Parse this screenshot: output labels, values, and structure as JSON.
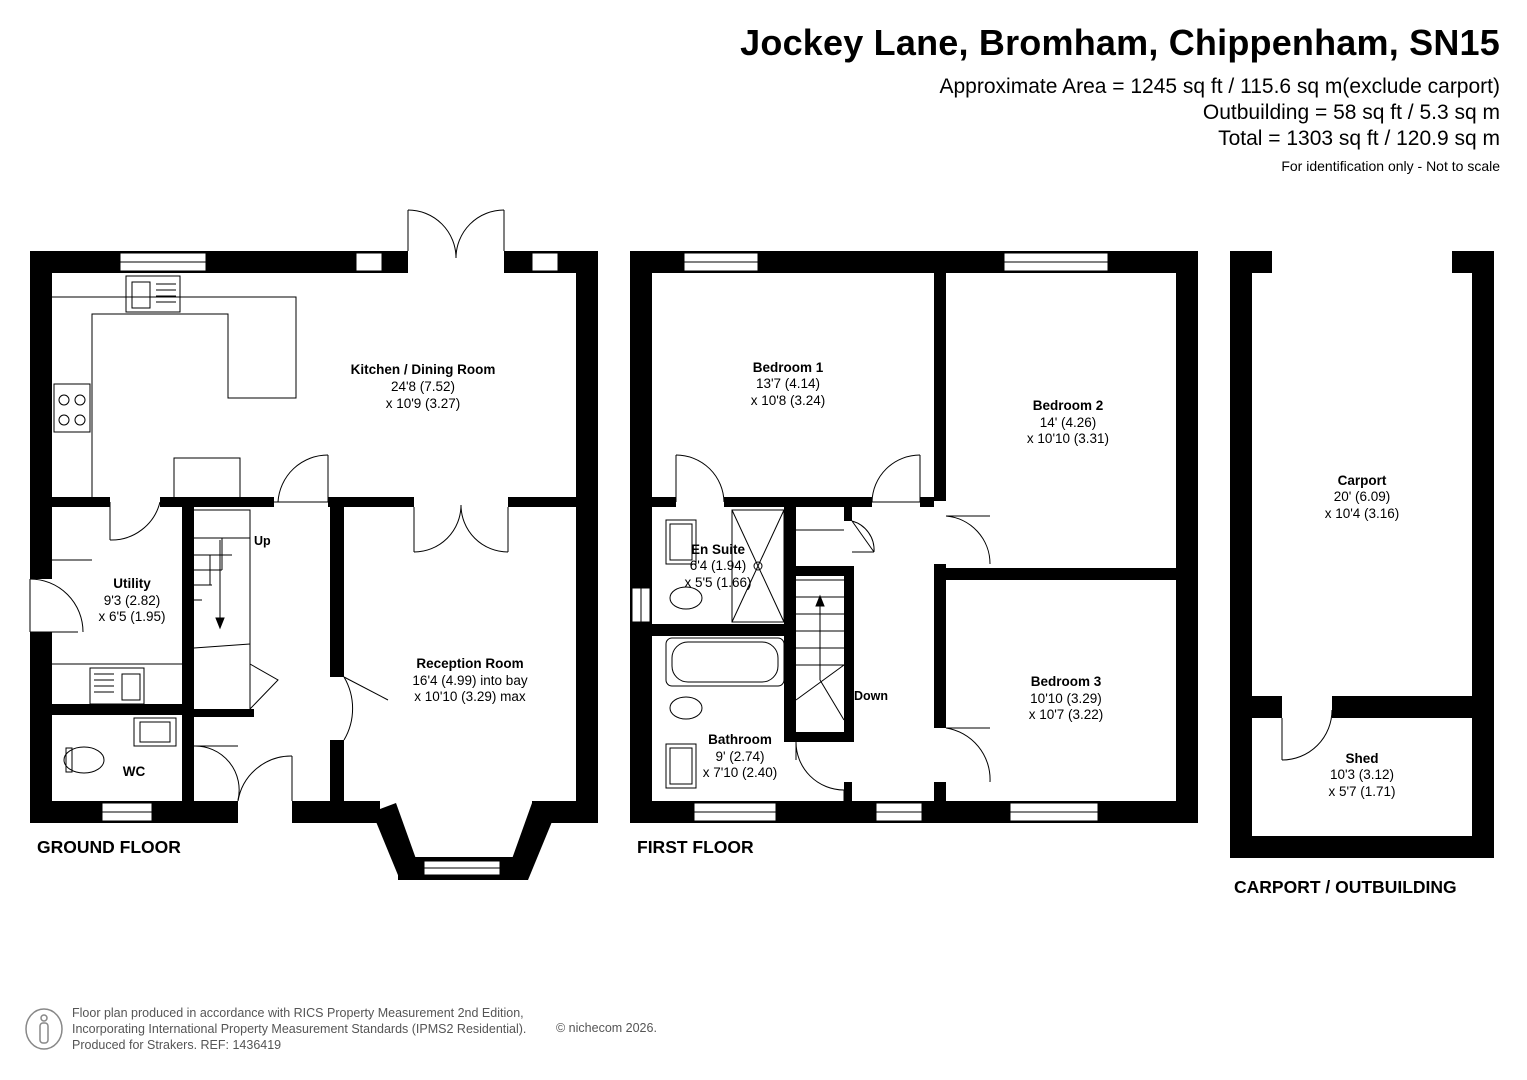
{
  "header": {
    "title": "Jockey Lane, Bromham, Chippenham, SN15",
    "approx_area": "Approximate Area = 1245 sq ft / 115.6 sq m(exclude carport)",
    "outbuilding_area": "Outbuilding = 58 sq ft / 5.3 sq m",
    "total_area": "Total = 1303 sq ft / 120.9 sq m",
    "scale_note": "For identification only - Not to scale"
  },
  "ground_floor": {
    "label": "GROUND FLOOR",
    "rooms": {
      "kitchen": {
        "name": "Kitchen / Dining Room",
        "dim1": "24'8 (7.52)",
        "dim2": "x 10'9 (3.27)"
      },
      "utility": {
        "name": "Utility",
        "dim1": "9'3 (2.82)",
        "dim2": "x 6'5 (1.95)"
      },
      "reception": {
        "name": "Reception Room",
        "dim1": "16'4 (4.99) into bay",
        "dim2": "x 10'10 (3.29) max"
      },
      "wc": {
        "name": "WC"
      }
    },
    "stairs_label": "Up"
  },
  "first_floor": {
    "label": "FIRST FLOOR",
    "rooms": {
      "bedroom1": {
        "name": "Bedroom 1",
        "dim1": "13'7 (4.14)",
        "dim2": "x 10'8 (3.24)"
      },
      "bedroom2": {
        "name": "Bedroom 2",
        "dim1": "14' (4.26)",
        "dim2": "x 10'10 (3.31)"
      },
      "bedroom3": {
        "name": "Bedroom 3",
        "dim1": "10'10 (3.29)",
        "dim2": "x 10'7 (3.22)"
      },
      "ensuite": {
        "name": "En Suite",
        "dim1": "6'4 (1.94)",
        "dim2": "x 5'5 (1.66)"
      },
      "bathroom": {
        "name": "Bathroom",
        "dim1": "9' (2.74)",
        "dim2": "x 7'10 (2.40)"
      }
    },
    "stairs_label": "Down"
  },
  "outbuilding": {
    "label": "CARPORT / OUTBUILDING",
    "rooms": {
      "carport": {
        "name": "Carport",
        "dim1": "20' (6.09)",
        "dim2": "x 10'4 (3.16)"
      },
      "shed": {
        "name": "Shed",
        "dim1": "10'3 (3.12)",
        "dim2": "x 5'7 (1.71)"
      }
    }
  },
  "footer": {
    "line1": "Floor plan produced in accordance with RICS Property Measurement 2nd Edition,",
    "line2": "Incorporating International Property Measurement Standards (IPMS2 Residential).",
    "line3": "Produced for Strakers.   REF:  1436419",
    "copyright": "© nichecom 2026."
  },
  "colors": {
    "wall": "#000000",
    "fixture_line": "#555555",
    "text": "#000000"
  }
}
